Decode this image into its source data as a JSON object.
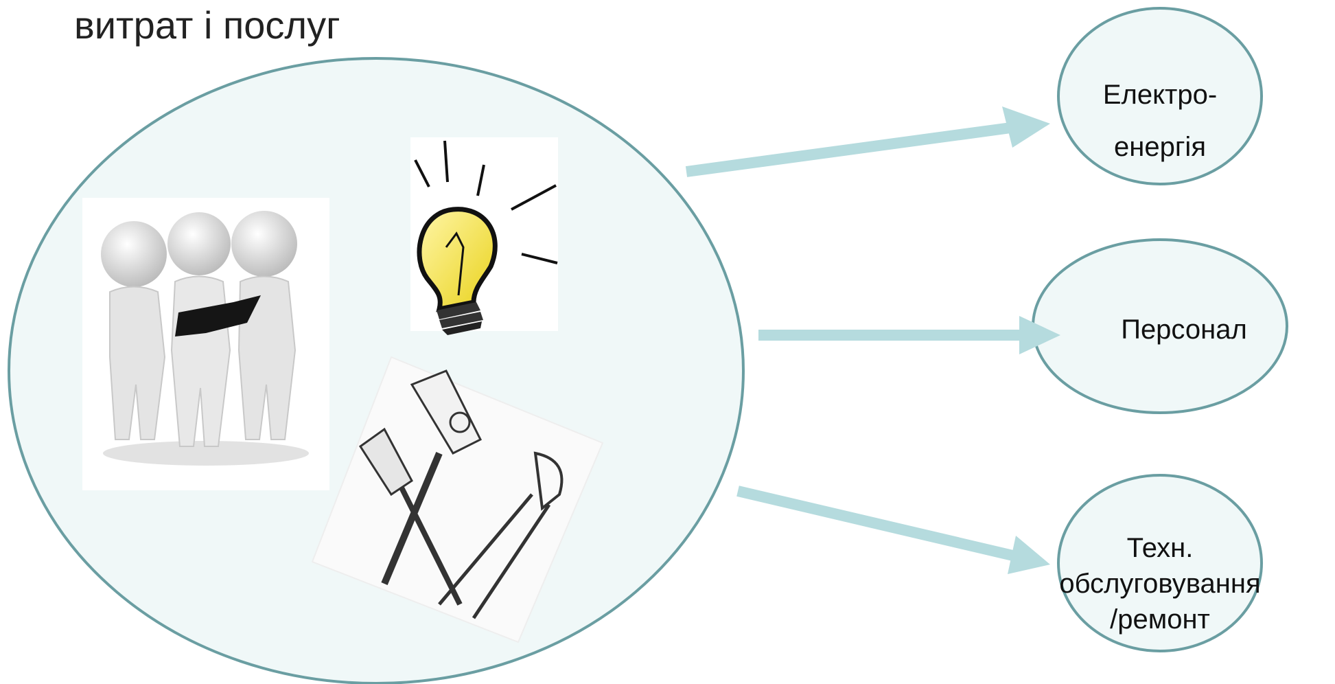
{
  "title": "витрат і послуг",
  "nodes": {
    "electricity": {
      "line1": "Електро-",
      "line2": "енергія"
    },
    "personnel": {
      "label": "Персонал"
    },
    "maintenance": {
      "line1": "Техн.",
      "line2": "обслуговування",
      "line3": "/ремонт"
    }
  },
  "colors": {
    "ellipse_fill": "#f0f8f8",
    "ellipse_stroke": "#6a9ea2",
    "arrow": "#b5dbde"
  },
  "icons": [
    "people-reading-icon",
    "light-bulb-icon",
    "tools-icon"
  ]
}
